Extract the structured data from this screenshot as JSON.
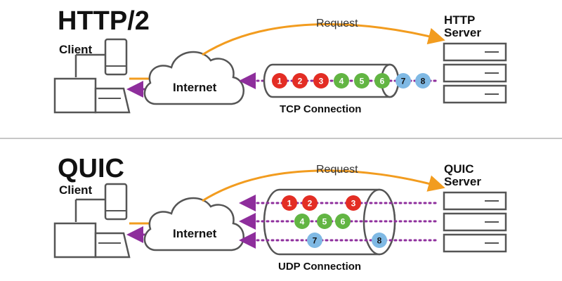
{
  "colors": {
    "request_arrow": "#f29c1f",
    "response_arrow": "#8e2e9c",
    "red": "#e32d24",
    "green": "#62b543",
    "blue": "#7fb9e4",
    "separator": "#c7c7c7"
  },
  "sections": [
    {
      "title": "HTTP/2",
      "client_label": "Client",
      "internet_label": "Internet",
      "request_label": "Request",
      "server_label_line1": "HTTP",
      "server_label_line2": "Server",
      "connection_label": "TCP Connection",
      "streams": [
        {
          "label": "1",
          "color": "red"
        },
        {
          "label": "2",
          "color": "red"
        },
        {
          "label": "3",
          "color": "red"
        },
        {
          "label": "4",
          "color": "green"
        },
        {
          "label": "5",
          "color": "green"
        },
        {
          "label": "6",
          "color": "green"
        },
        {
          "label": "7",
          "color": "blue"
        },
        {
          "label": "8",
          "color": "blue"
        }
      ]
    },
    {
      "title": "QUIC",
      "client_label": "Client",
      "internet_label": "Internet",
      "request_label": "Request",
      "server_label_line1": "QUIC",
      "server_label_line2": "Server",
      "connection_label": "UDP Connection",
      "streams": [
        {
          "label": "1",
          "color": "red"
        },
        {
          "label": "2",
          "color": "red"
        },
        {
          "label": "3",
          "color": "red"
        },
        {
          "label": "4",
          "color": "green"
        },
        {
          "label": "5",
          "color": "green"
        },
        {
          "label": "6",
          "color": "green"
        },
        {
          "label": "7",
          "color": "blue"
        },
        {
          "label": "8",
          "color": "blue"
        }
      ]
    }
  ]
}
